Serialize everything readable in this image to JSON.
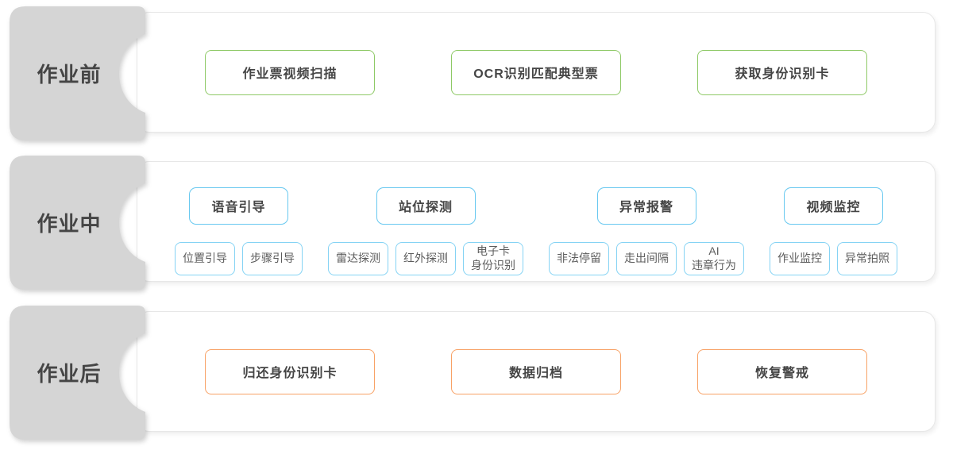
{
  "colors": {
    "green": "#8ec966",
    "blue": "#67c8f0",
    "blue-light": "#85d3f4",
    "orange": "#f8a266",
    "tab-bg": "#d5d5d5",
    "panel-border": "#e7e7e7",
    "text-dark": "#454545",
    "text-sub": "#5c5c5c"
  },
  "rows": [
    {
      "label": "作业前",
      "boxes": [
        "作业票视频扫描",
        "OCR识别匹配典型票",
        "获取身份识别卡"
      ]
    },
    {
      "label": "作业中",
      "groups": [
        {
          "title": "语音引导",
          "items": [
            "位置引导",
            "步骤引导"
          ]
        },
        {
          "title": "站位探测",
          "items": [
            "雷达探测",
            "红外探测",
            "电子卡\n身份识别"
          ]
        },
        {
          "title": "异常报警",
          "items": [
            "非法停留",
            "走出间隔",
            "AI\n违章行为"
          ]
        },
        {
          "title": "视频监控",
          "items": [
            "作业监控",
            "异常拍照"
          ]
        }
      ]
    },
    {
      "label": "作业后",
      "boxes": [
        "归还身份识别卡",
        "数据归档",
        "恢复警戒"
      ]
    }
  ]
}
